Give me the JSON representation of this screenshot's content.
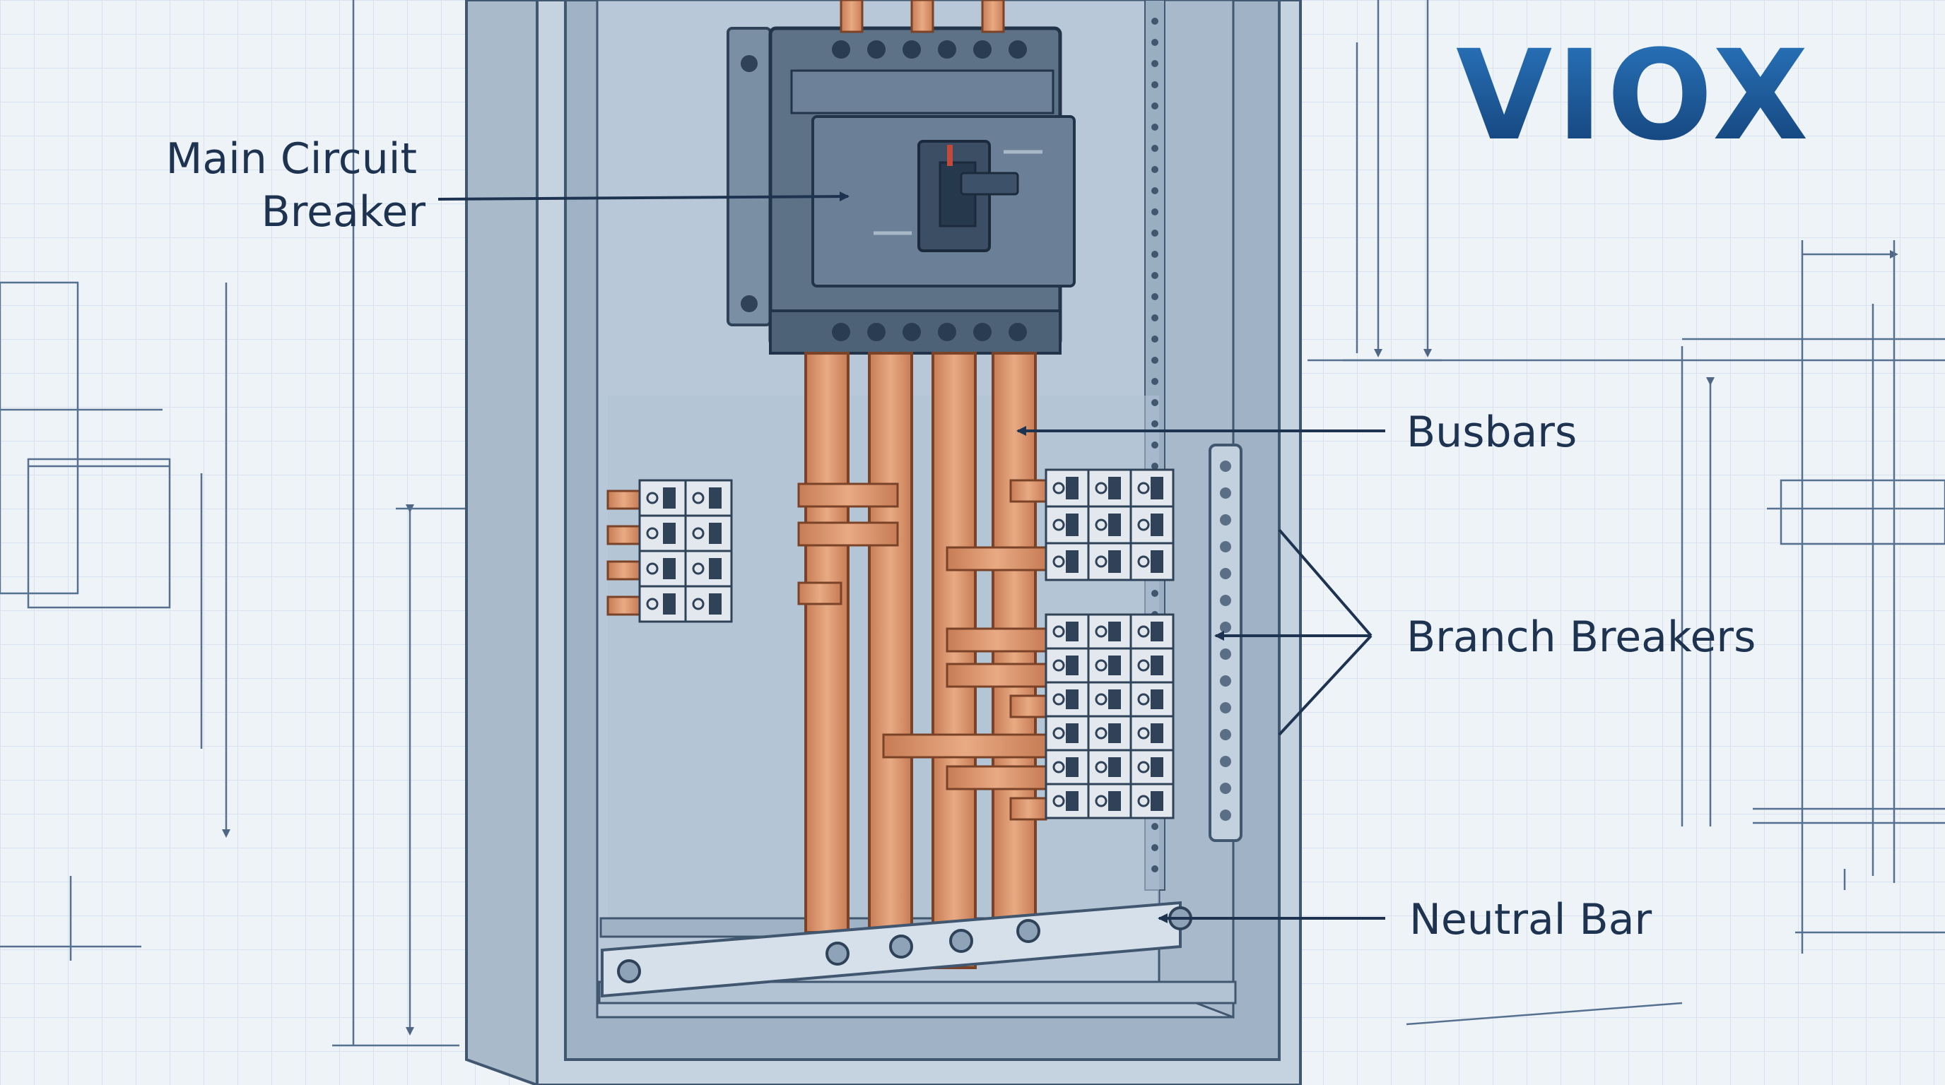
{
  "brand": {
    "name": "VIOX"
  },
  "labels": {
    "main_breaker_line1": "Main Circuit",
    "main_breaker_line2": "Breaker",
    "busbars": "Busbars",
    "branch_breakers": "Branch Breakers",
    "neutral_bar": "Neutral Bar"
  },
  "colors": {
    "background": "#eef3f8",
    "grid": "#c9d6e4",
    "label_text": "#1d3350",
    "brand_blue": "#1a5596",
    "copper": "#d9926b",
    "enclosure": "#c5d2df",
    "breaker_body": "#5d7187"
  }
}
